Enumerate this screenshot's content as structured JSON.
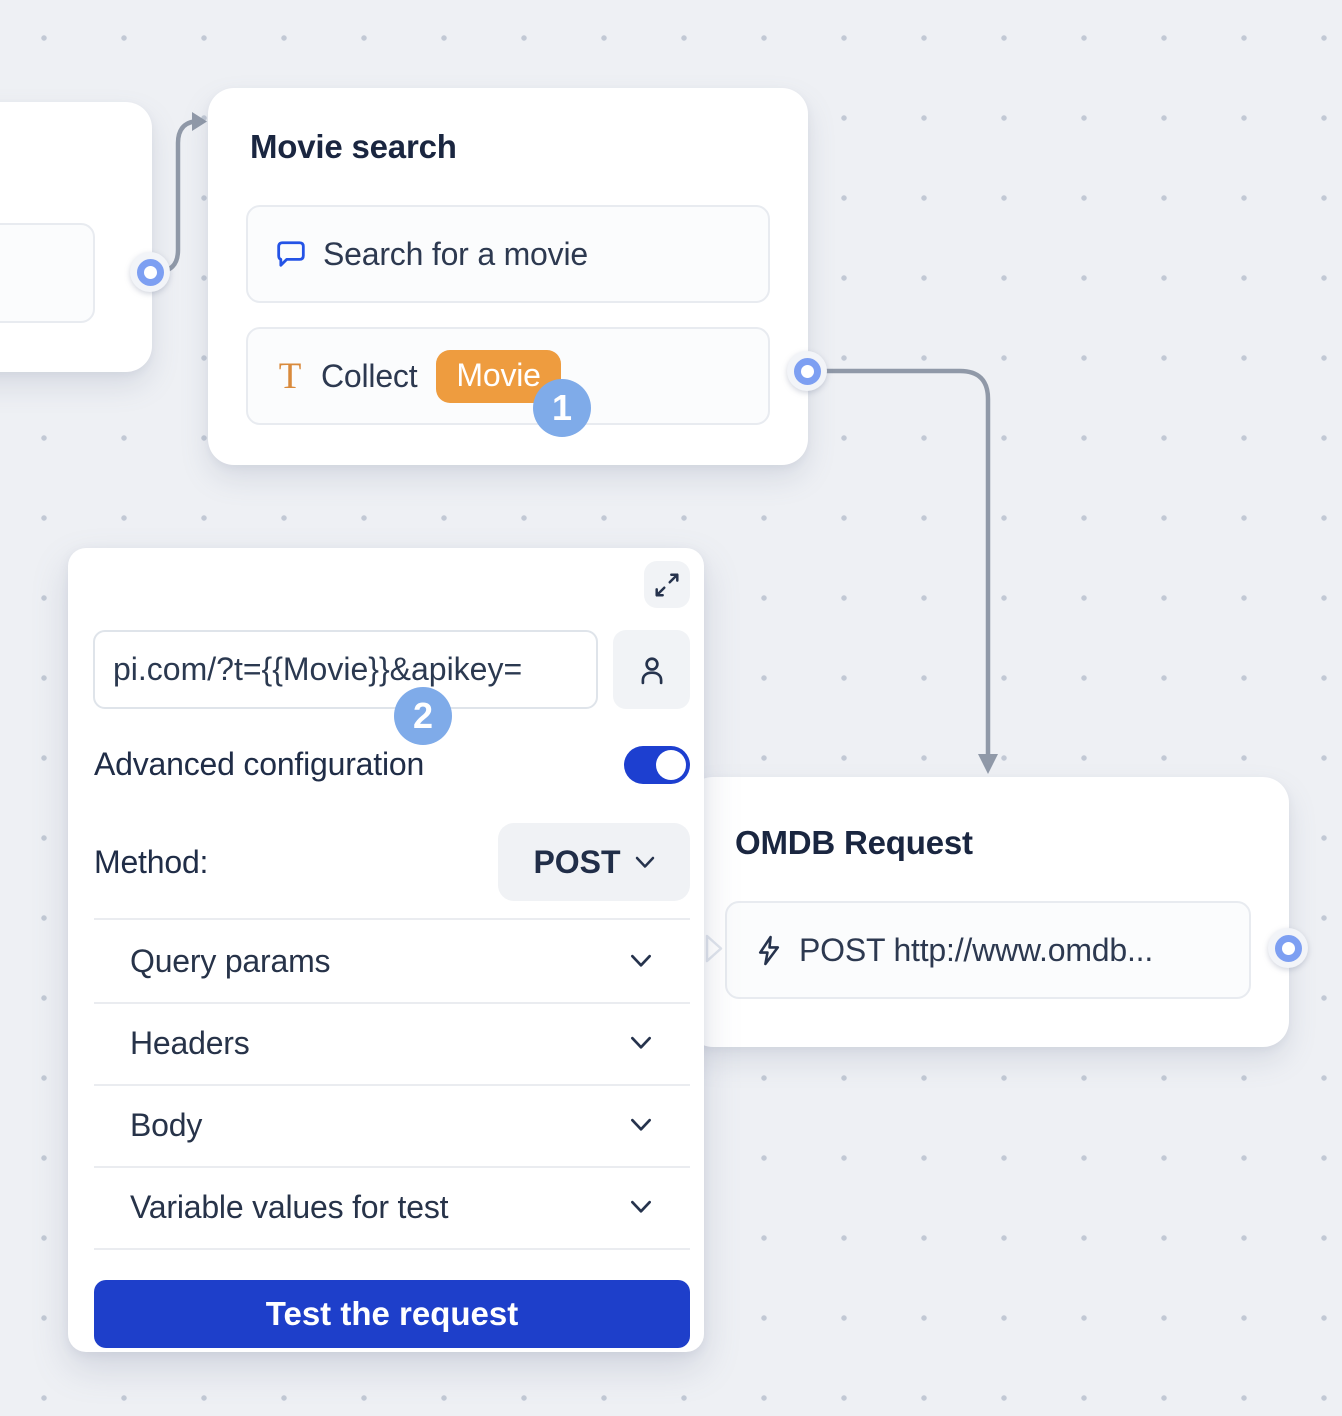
{
  "canvas": {
    "background": "#eef0f4",
    "dot_color": "#c2c9d5"
  },
  "colors": {
    "accent_blue": "#1d3fd0",
    "button_blue": "#1e3fca",
    "port_blue": "#7d9ff2",
    "step_badge_blue": "#7fabe9",
    "variable_orange": "#ee9c3f",
    "connector_gray": "#9099a8"
  },
  "step_badges": {
    "step1": "1",
    "step2": "2"
  },
  "movie_search_node": {
    "title": "Movie search",
    "rows": [
      {
        "icon": "chat-bubble-icon",
        "label": "Search for a movie"
      },
      {
        "icon": "text-input-icon",
        "label": "Collect",
        "variable": "Movie"
      }
    ]
  },
  "request_panel": {
    "url_input": {
      "value": "pi.com/?t={{Movie}}&apikey="
    },
    "advanced_configuration_label": "Advanced configuration",
    "advanced_configuration_on": true,
    "method_label": "Method:",
    "method_value": "POST",
    "sections": [
      {
        "label": "Query params"
      },
      {
        "label": "Headers"
      },
      {
        "label": "Body"
      },
      {
        "label": "Variable values for test"
      }
    ],
    "test_button_label": "Test the request"
  },
  "omdb_node": {
    "title": "OMDB Request",
    "row": {
      "icon": "lightning-icon",
      "label": "POST http://www.omdb..."
    }
  }
}
